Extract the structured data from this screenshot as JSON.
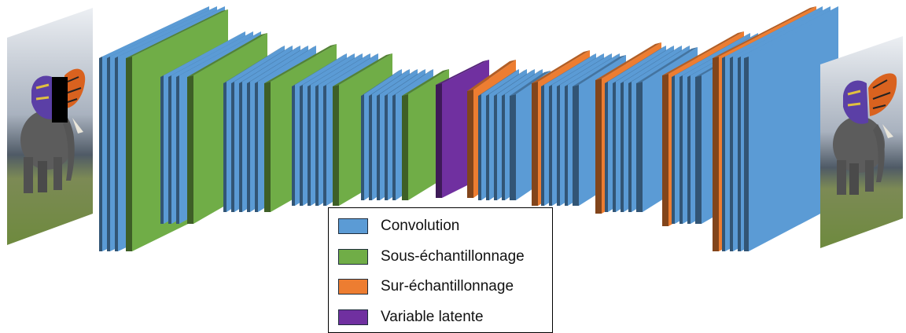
{
  "colors": {
    "convolution": "#5b9bd5",
    "downsampling": "#70ad47",
    "upsampling": "#ed7d31",
    "latent": "#7030a0"
  },
  "network": {
    "input_image": "elephant-with-masked-butterfly-wings",
    "output_image": "elephant-with-restored-butterfly-wings",
    "layers": [
      "conv",
      "conv",
      "conv",
      "down",
      "conv",
      "conv",
      "conv",
      "down",
      "conv",
      "conv",
      "conv",
      "conv",
      "conv",
      "down",
      "conv",
      "conv",
      "conv",
      "conv",
      "conv",
      "down",
      "conv",
      "conv",
      "conv",
      "conv",
      "conv",
      "down",
      "latent",
      "up",
      "conv",
      "conv",
      "conv",
      "conv",
      "conv",
      "up",
      "conv",
      "conv",
      "conv",
      "conv",
      "conv",
      "up",
      "conv",
      "conv",
      "conv",
      "conv",
      "conv",
      "up",
      "conv",
      "conv",
      "conv",
      "conv",
      "up",
      "conv",
      "conv",
      "conv"
    ]
  },
  "legend": {
    "items": [
      {
        "key": "convolution",
        "label": "Convolution"
      },
      {
        "key": "downsampling",
        "label": "Sous-échantillonnage"
      },
      {
        "key": "upsampling",
        "label": "Sur-échantillonnage"
      },
      {
        "key": "latent",
        "label": "Variable latente"
      }
    ]
  }
}
